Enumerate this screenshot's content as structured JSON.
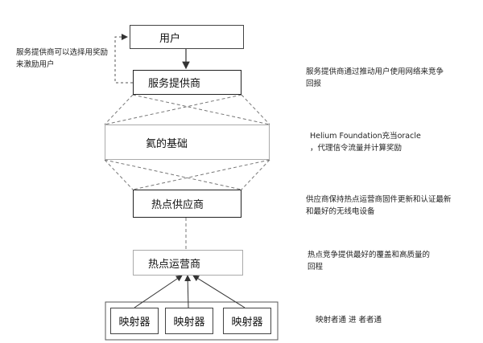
{
  "nodes": {
    "user": "用户",
    "service_provider": "服务提供商",
    "helium_foundation": "氦的基础",
    "hotspot_provider": "热点供应商",
    "hotspot_operator": "热点运营商",
    "mappers": [
      "映射器",
      "映射器",
      "映射器"
    ]
  },
  "notes": {
    "service_provider_reward": [
      "服务提供商可以选择用奖励",
      "来激励用户"
    ],
    "service_provider_role": [
      "服务提供商通过推动用户使用网络来竞争",
      "回报"
    ],
    "helium_foundation_role": [
      "Helium Foundation充当oracle",
      "，代理信令流量并计算奖励"
    ],
    "hotspot_provider_role": [
      "供应商保持热点运营商固件更新和认证最新",
      "和最好的无线电设备"
    ],
    "hotspot_operator_role": [
      "热点竞争提供最好的覆盖和高质量的",
      "回程"
    ],
    "mapper_role": "映射者通 进 者者通"
  }
}
